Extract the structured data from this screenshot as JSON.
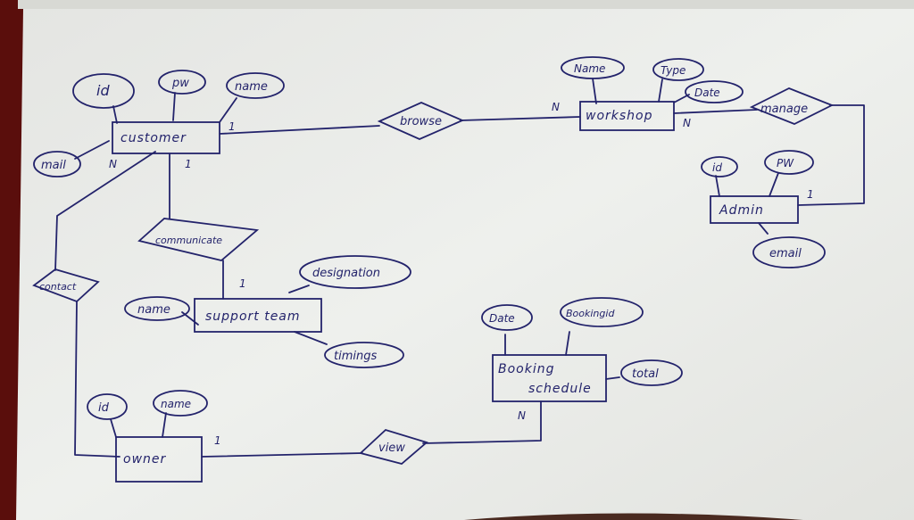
{
  "diagram": {
    "entities": {
      "customer": "customer",
      "workshop": "workshop",
      "admin": "Admin",
      "support_team": "support team",
      "booking_line1": "Booking",
      "booking_line2": "schedule",
      "owner": "owner"
    },
    "relationships": {
      "browse": "browse",
      "manage": "manage",
      "communicate": "communicate",
      "contact": "contact",
      "view": "view"
    },
    "attributes": {
      "customer_id": "id",
      "customer_pw": "pw",
      "customer_name": "name",
      "customer_mail": "mail",
      "workshop_name": "Name",
      "workshop_type": "Type",
      "workshop_date": "Date",
      "admin_id": "id",
      "admin_pw": "PW",
      "admin_email": "email",
      "support_designation": "designation",
      "support_name": "name",
      "support_timings": "timings",
      "booking_date": "Date",
      "booking_id": "Bookingid",
      "booking_total": "total",
      "owner_id": "id",
      "owner_name": "name"
    },
    "cardinalities": {
      "customer_browse": "1",
      "workshop_browse": "N",
      "workshop_manage": "N",
      "admin_manage": "1",
      "customer_contact": "N",
      "customer_communicate": "1",
      "support_communicate": "1",
      "owner_view": "1",
      "booking_view": "N"
    },
    "colors": {
      "ink": "#23236b",
      "paper": "#ecedea",
      "backdrop": "#5a0e0c"
    }
  }
}
